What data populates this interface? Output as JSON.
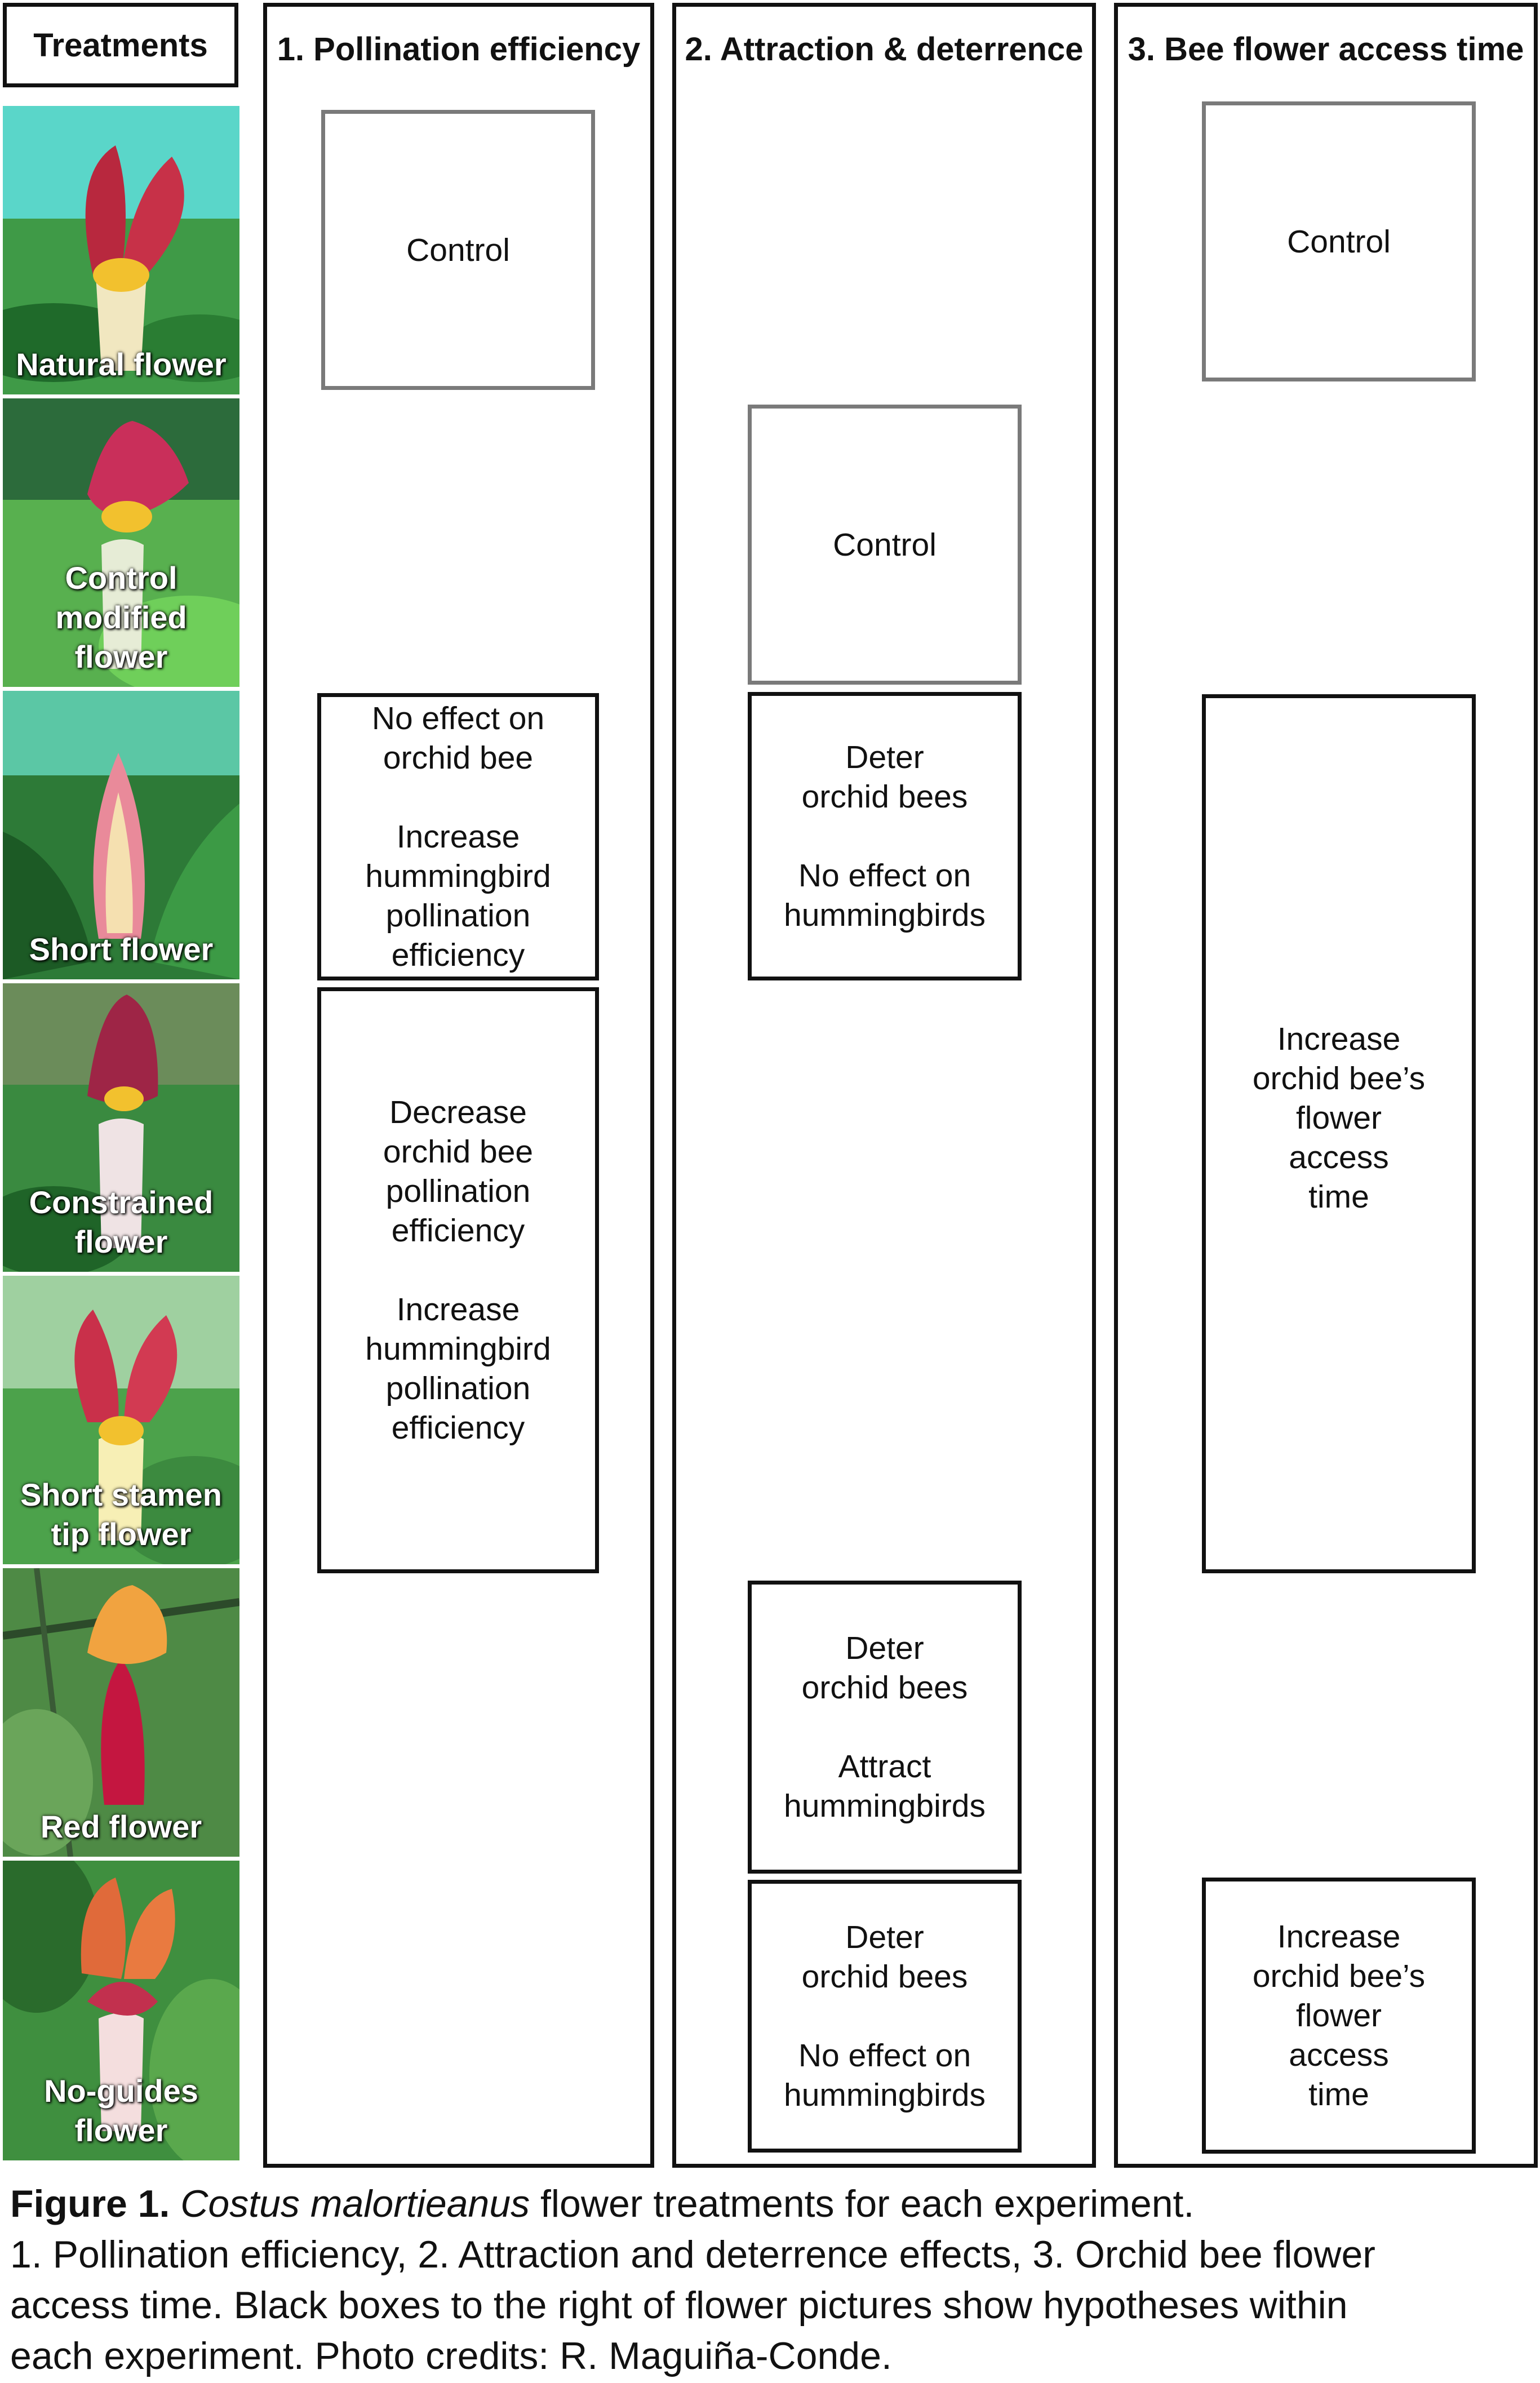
{
  "header": {
    "treatments": "Treatments"
  },
  "columns": [
    {
      "title": "1. Pollination efficiency"
    },
    {
      "title": "2. Attraction & deterrence"
    },
    {
      "title": "3. Bee flower access time"
    }
  ],
  "photos": [
    {
      "label": "Natural flower"
    },
    {
      "label": "Control modified flower"
    },
    {
      "label": "Short flower"
    },
    {
      "label": "Constrained flower"
    },
    {
      "label": "Short stamen tip flower"
    },
    {
      "label": "Red flower"
    },
    {
      "label": "No-guides flower"
    }
  ],
  "boxes": {
    "pollination_control": {
      "text": "Control"
    },
    "pollination_short": {
      "line1": "No effect on",
      "line2": "orchid bee",
      "line3": "Increase",
      "line4": "hummingbird",
      "line5": "pollination",
      "line6": "efficiency"
    },
    "pollination_constrained": {
      "line1": "Decrease",
      "line2": "orchid bee",
      "line3": "pollination",
      "line4": "efficiency",
      "line5": "Increase",
      "line6": "hummingbird",
      "line7": "pollination",
      "line8": "efficiency"
    },
    "attraction_control": {
      "text": "Control"
    },
    "attraction_short": {
      "line1": "Deter",
      "line2": "orchid bees",
      "line3": "No effect on",
      "line4": "hummingbirds"
    },
    "attraction_red": {
      "line1": "Deter",
      "line2": "orchid bees",
      "line3": "Attract",
      "line4": "hummingbirds"
    },
    "attraction_noguides": {
      "line1": "Deter",
      "line2": "orchid bees",
      "line3": "No effect on",
      "line4": "hummingbirds"
    },
    "access_control": {
      "text": "Control"
    },
    "access_short_to_stamen": {
      "line1": "Increase",
      "line2": "orchid bee’s",
      "line3": "flower",
      "line4": "access",
      "line5": "time"
    },
    "access_noguides": {
      "line1": "Increase",
      "line2": "orchid bee’s",
      "line3": "flower",
      "line4": "access",
      "line5": "time"
    }
  },
  "caption": {
    "label": "Figure 1.",
    "species": "Costus malortieanus",
    "title_rest": " flower treatments for each experiment.",
    "line2": "1. Pollination efficiency, 2. Attraction and deterrence effects, 3. Orchid bee flower",
    "line3": "access time. Black boxes to the right of flower pictures show hypotheses within",
    "line4": "each experiment. Photo credits: R. Maguiña-Conde."
  },
  "colors": {
    "border": "#111111",
    "control_border": "#7a7a7a",
    "leaf_green": "#2f8a3a",
    "petal_red": "#b8283e",
    "petal_yellow": "#f2c12e"
  }
}
